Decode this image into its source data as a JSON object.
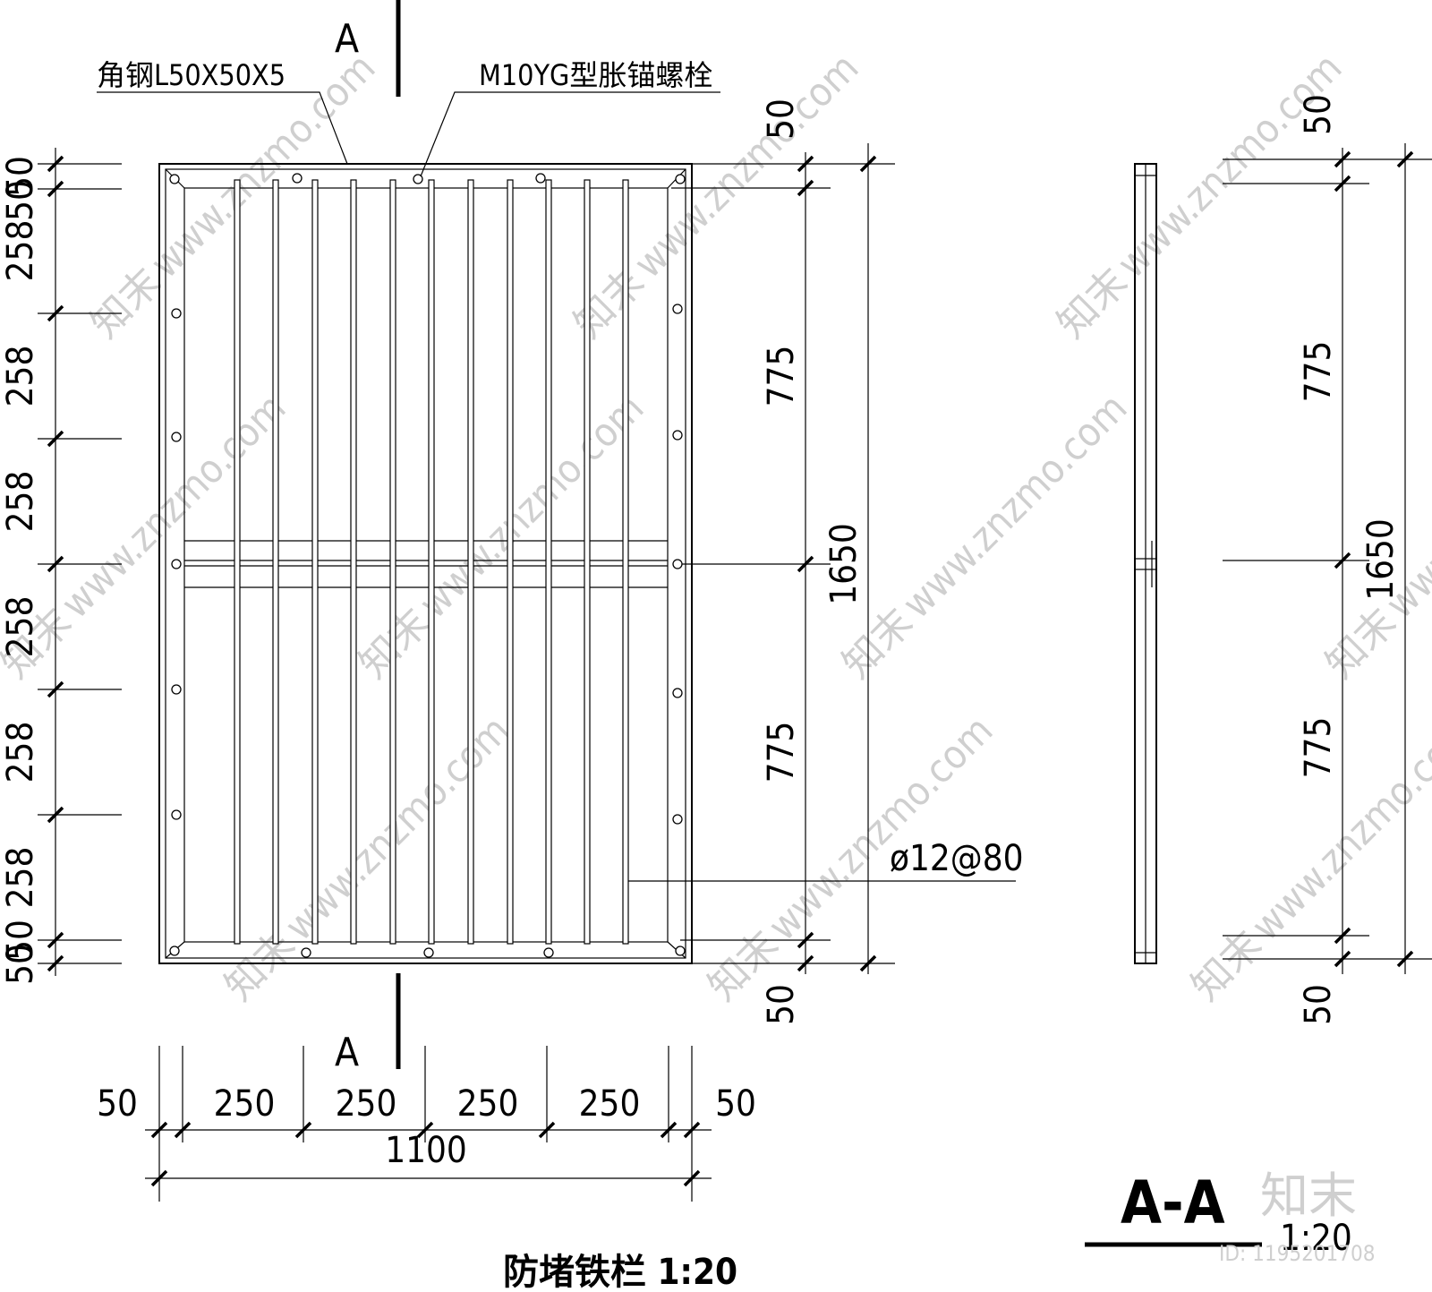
{
  "section_marks": {
    "top": "A",
    "bottom": "A"
  },
  "callouts": {
    "angle_steel": "角钢L50X50X5",
    "anchor_bolt": "M10YG型胀锚螺栓",
    "rebar": "ø12@80"
  },
  "left_dims": [
    "50",
    "50",
    "258",
    "258",
    "258",
    "258",
    "258",
    "258",
    "50",
    "50"
  ],
  "right_dims": {
    "top": "50",
    "upper": "775",
    "total": "1650",
    "lower": "775",
    "bottom": "50"
  },
  "section_dims": {
    "top": "50",
    "upper": "775",
    "total": "1650",
    "lower": "775",
    "bottom": "50"
  },
  "bottom_dims": {
    "segments": [
      "50",
      "250",
      "250",
      "250",
      "250",
      "50"
    ],
    "total": "1100"
  },
  "titles": {
    "plan": "防堵铁栏 1:20",
    "section": "A-A",
    "section_scale": "1:20"
  },
  "watermark": {
    "brand": "知末",
    "url": "www.znzmo.com",
    "id": "ID: 1195201708"
  }
}
